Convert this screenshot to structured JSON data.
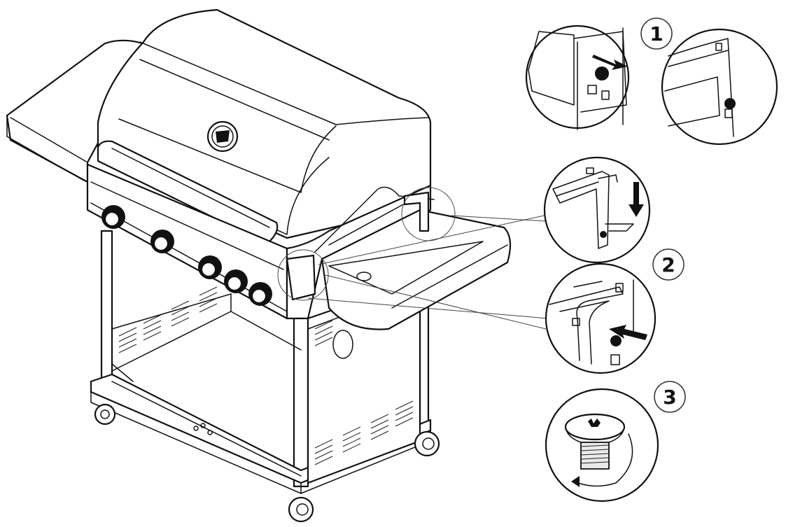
{
  "steps": [
    {
      "label": "1"
    },
    {
      "label": "2"
    },
    {
      "label": "3"
    }
  ],
  "icons": {
    "knob": "control-knob-icon",
    "arrow": "arrow-icon",
    "logo": "grill-logo-emblem"
  },
  "colors": {
    "line": "#111111",
    "background": "#ffffff"
  }
}
